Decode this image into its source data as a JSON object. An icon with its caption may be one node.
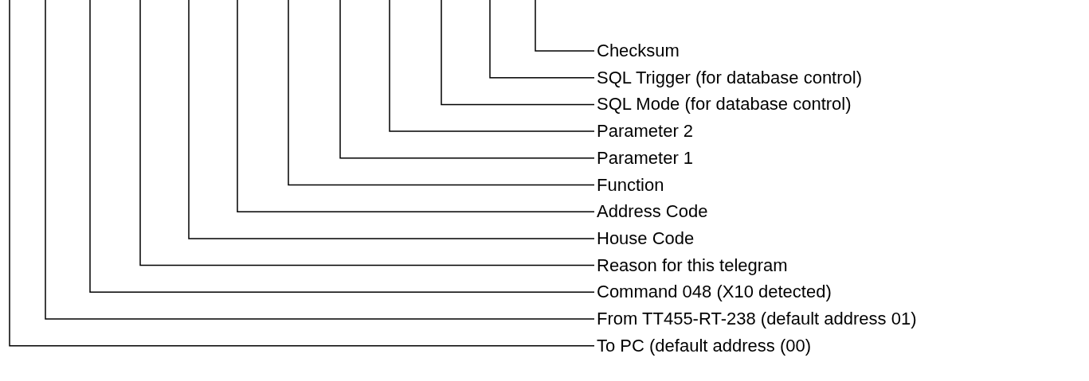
{
  "diagram": {
    "nodes": [
      {
        "text": [
          "Checksum"
        ]
      },
      {
        "text": [
          "SQL Trigger (for database control)"
        ]
      },
      {
        "text": [
          "SQL Mode (for database control)"
        ]
      },
      {
        "text": [
          "Parameter 2"
        ]
      },
      {
        "text": [
          "Parameter 1"
        ]
      },
      {
        "text": [
          "Function"
        ]
      },
      {
        "text": [
          "Address Code"
        ]
      },
      {
        "text": [
          "House Code"
        ]
      },
      {
        "text": [
          "Reason for this telegram"
        ]
      },
      {
        "text": [
          "Command 048 (X10 detected)"
        ]
      },
      {
        "text": [
          "From TT455-RT-238 (default address 01)"
        ]
      },
      {
        "text": [
          "To PC (default address (00)"
        ]
      }
    ],
    "edges": [
      {
        "from": 0,
        "to": null,
        "arrow": "none"
      },
      {
        "from": 1,
        "to": null,
        "arrow": "none"
      },
      {
        "from": 2,
        "to": null,
        "arrow": "none"
      },
      {
        "from": 3,
        "to": null,
        "arrow": "none"
      },
      {
        "from": 4,
        "to": null,
        "arrow": "none"
      },
      {
        "from": 5,
        "to": null,
        "arrow": "none"
      },
      {
        "from": 6,
        "to": null,
        "arrow": "none"
      },
      {
        "from": 7,
        "to": null,
        "arrow": "none"
      },
      {
        "from": 8,
        "to": null,
        "arrow": "none"
      },
      {
        "from": 9,
        "to": null,
        "arrow": "none"
      },
      {
        "from": 10,
        "to": null,
        "arrow": "none"
      },
      {
        "from": 11,
        "to": null,
        "arrow": "none"
      }
    ]
  }
}
